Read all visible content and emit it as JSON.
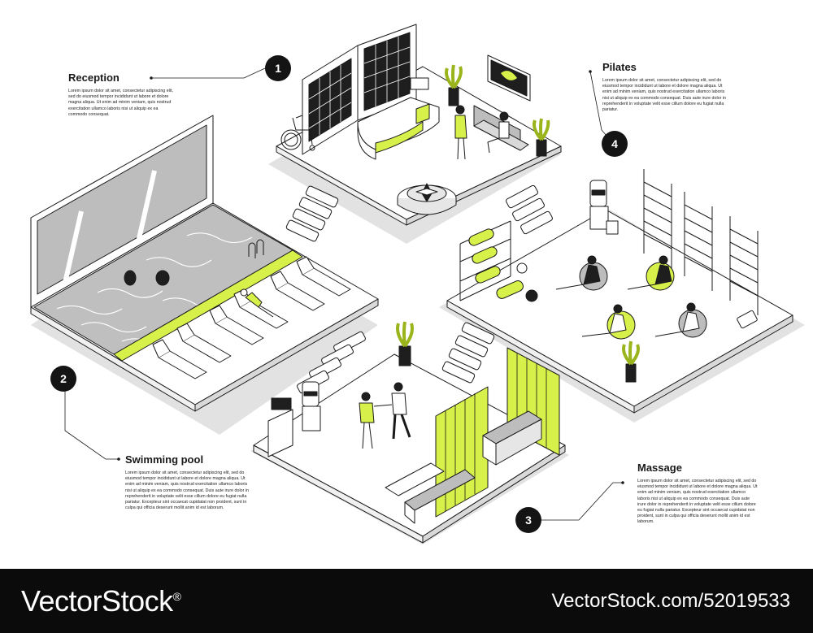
{
  "colors": {
    "accent": "#d8f04a",
    "ink": "#1a1a1a",
    "floor": "#ffffff",
    "shadow": "#e2e2e2",
    "panel_gray": "#bdbdbd"
  },
  "sections": [
    {
      "number": "1",
      "title": "Reception",
      "body": "Lorem ipsum dolor sit amet, consectetur adipiscing elit, sed do eiusmod tempor incididunt ut labore et dolore magna aliqua. Ut enim ad minim veniam, quis nostrud exercitation ullamco laboris nisi ut aliquip ex ea commodo consequat."
    },
    {
      "number": "2",
      "title": "Swimming pool",
      "body": "Lorem ipsum dolor sit amet, consectetur adipiscing elit, sed do eiusmod tempor incididunt ut labore et dolore magna aliqua. Ut enim ad minim veniam, quis nostrud exercitation ullamco laboris nisi ut aliquip ex ea commodo consequat. Duis aute irure dolor in reprehenderit in voluptate velit esse cillum dolore eu fugiat nulla pariatur. Excepteur sint occaecat cupidatat non proident, sunt in culpa qui officia deserunt mollit anim id est laborum."
    },
    {
      "number": "3",
      "title": "Massage",
      "body": "Lorem ipsum dolor sit amet, consectetur adipiscing elit, sed do eiusmod tempor incididunt ut labore et dolore magna aliqua. Ut enim ad minim veniam, quis nostrud exercitation ullamco laboris nisi ut aliquip ex ea commodo consequat. Duis aute irure dolor in reprehenderit in voluptate velit esse cillum dolore eu fugiat nulla pariatur. Excepteur sint occaecat cupidatat non proident, sunt in culpa qui officia deserunt mollit anim id est laborum."
    },
    {
      "number": "4",
      "title": "Pilates",
      "body": "Lorem ipsum dolor sit amet, consectetur adipiscing elit, sed do eiusmod tempor incididunt ut labore et dolore magna aliqua. Ut enim ad minim veniam, quis nostrud exercitation ullamco laboris nisi ut aliquip ex ea commodo consequat. Duis aute irure dolor in reprehenderit in voluptate velit esse cillum dolore eu fugiat nulla pariatur."
    }
  ],
  "footer": {
    "brand": "VectorStock",
    "registered_mark": "®",
    "url": "VectorStock.com/52019533"
  }
}
